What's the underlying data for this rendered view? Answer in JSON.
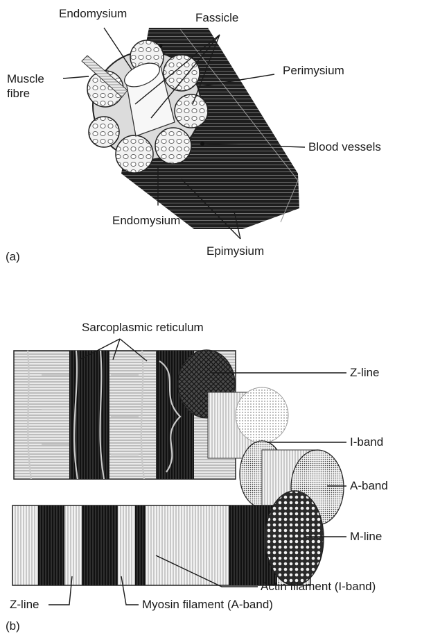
{
  "panel_a": {
    "panel_label": "(a)",
    "labels": {
      "endomysium_top": "Endomysium",
      "fassicle": "Fassicle",
      "muscle_fibre": "Muscle\nfibre",
      "perimysium": "Perimysium",
      "blood_vessels": "Blood vessels",
      "endomysium_bottom": "Endomysium",
      "epimysium": "Epimysium"
    }
  },
  "panel_b": {
    "panel_label": "(b)",
    "labels": {
      "sarcoplasmic_reticulum": "Sarcoplasmic reticulum",
      "z_line_right": "Z-line",
      "i_band": "I-band",
      "a_band": "A-band",
      "m_line": "M-line",
      "actin_filament": "Actin filament (I-band)",
      "myosin_filament": "Myosin filament (A-band)",
      "z_line_bottom": "Z-line"
    }
  },
  "colors": {
    "ink": "#1a1a1a",
    "dark_tissue": "#2b2b2b",
    "light_tissue": "#e6e6e6",
    "background": "#ffffff"
  }
}
